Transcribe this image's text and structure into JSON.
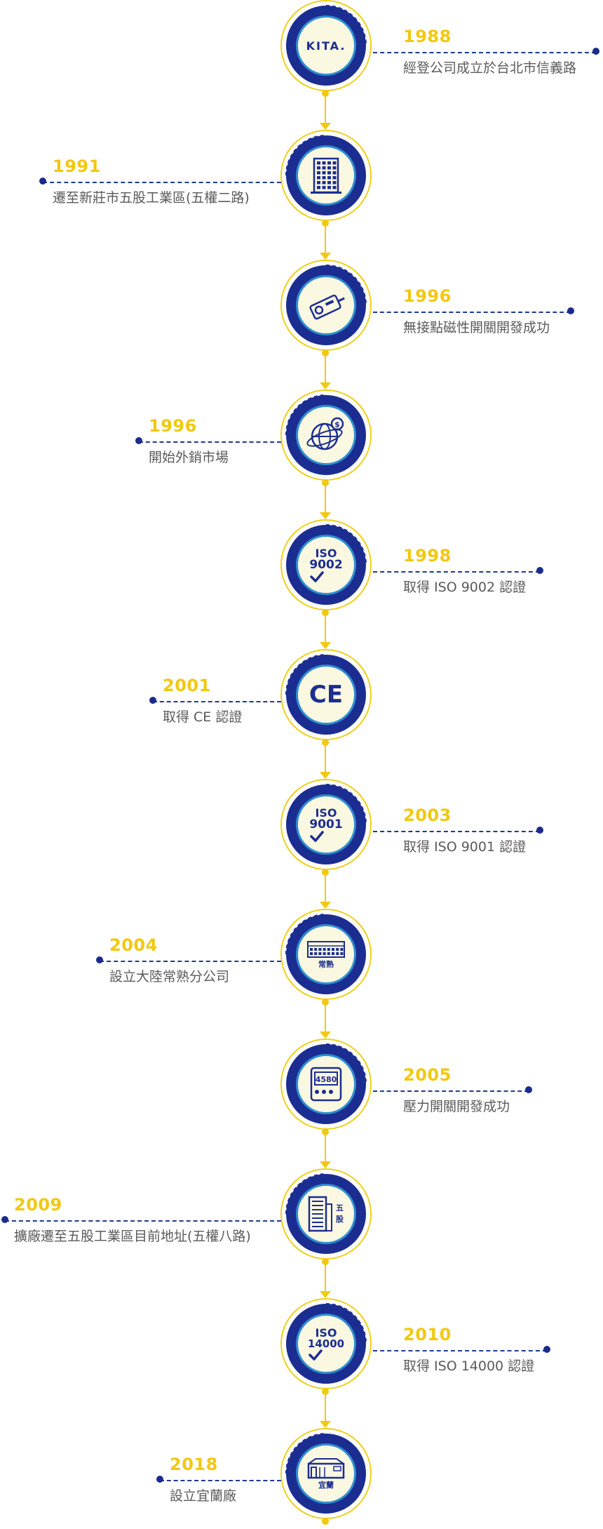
{
  "brand": {
    "logo_text": "KITA."
  },
  "colors": {
    "accent_yellow": "#f2c811",
    "navy": "#1c2d91",
    "inner_bg": "#fbf8e1",
    "ring_blue": "#2e8fd0"
  },
  "timeline": [
    {
      "year": "1988",
      "desc": "經登公司成立於台北市信義路",
      "side": "right",
      "icon": "kita-logo"
    },
    {
      "year": "1991",
      "desc": "遷至新莊市五股工業區(五權二路)",
      "side": "left",
      "icon": "building-icon"
    },
    {
      "year": "1996",
      "desc": "無接點磁性開關開發成功",
      "side": "right",
      "icon": "sensor-switch-icon"
    },
    {
      "year": "1996",
      "desc": "開始外銷市場",
      "side": "left",
      "icon": "globe-plane-icon"
    },
    {
      "year": "1998",
      "desc": "取得 ISO 9002 認證",
      "side": "right",
      "icon": "iso-badge",
      "badge_top": "ISO",
      "badge_num": "9002"
    },
    {
      "year": "2001",
      "desc": "取得 CE 認證",
      "side": "left",
      "icon": "ce-mark",
      "badge_text": "CE"
    },
    {
      "year": "2003",
      "desc": "取得 ISO 9001 認證",
      "side": "right",
      "icon": "iso-badge",
      "badge_top": "ISO",
      "badge_num": "9001"
    },
    {
      "year": "2004",
      "desc": "設立大陸常熟分公司",
      "side": "left",
      "icon": "factory-icon",
      "badge_text": "常熟"
    },
    {
      "year": "2005",
      "desc": "壓力開關開發成功",
      "side": "right",
      "icon": "pressure-switch-icon",
      "badge_text": "4580"
    },
    {
      "year": "2009",
      "desc": "擴廠遷至五股工業區目前地址(五權八路)",
      "side": "left",
      "icon": "tower-building-icon",
      "badge_text": "五股"
    },
    {
      "year": "2010",
      "desc": "取得 ISO 14000 認證",
      "side": "right",
      "icon": "iso-badge",
      "badge_top": "ISO",
      "badge_num": "14000"
    },
    {
      "year": "2018",
      "desc": "設立宜蘭廠",
      "side": "left",
      "icon": "plant-icon",
      "badge_text": "宜蘭"
    }
  ]
}
